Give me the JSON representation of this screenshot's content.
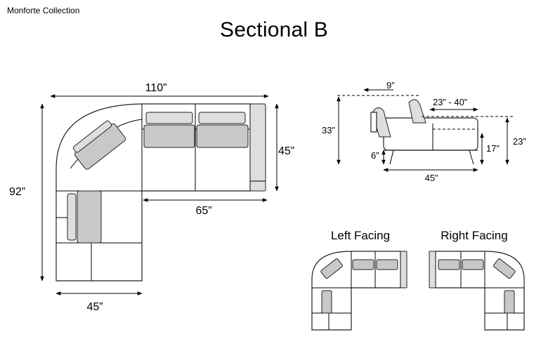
{
  "header": {
    "collection": "Monforte Collection",
    "title": "Sectional B"
  },
  "top_view": {
    "width_total": "110”",
    "depth_total": "92”",
    "seat_depth": "45”",
    "chaise_width": "45”",
    "sofa_length": "65”"
  },
  "side_view": {
    "headrest_offset": "9”",
    "seat_range": "23” - 40”",
    "total_height": "33”",
    "leg_height": "6”",
    "seat_height": "17”",
    "arm_height": "23”",
    "depth": "45”"
  },
  "variants": {
    "left_label": "Left Facing",
    "right_label": "Right Facing"
  }
}
